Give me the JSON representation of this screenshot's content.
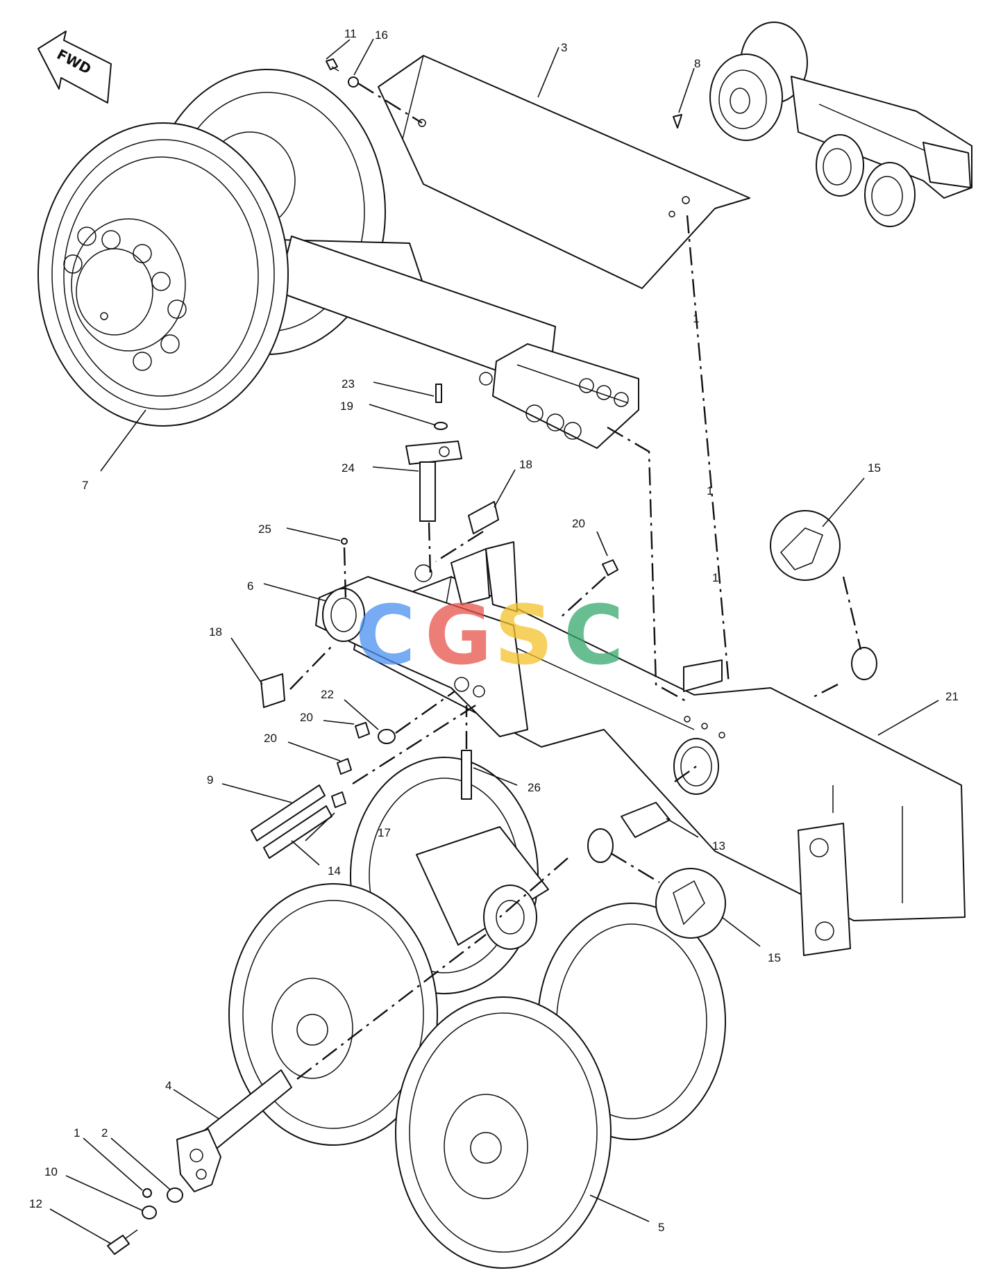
{
  "direction_label": "FWD",
  "watermark": {
    "letters": [
      "C",
      "G",
      "S",
      "C"
    ],
    "colors": [
      "#4a8ff0",
      "#e8534a",
      "#f4c22b",
      "#36a96b"
    ]
  },
  "callouts": {
    "c1_top_a": "1",
    "c1_top_b": "1",
    "c1_top_c": "1",
    "c1_bottom": "1",
    "c2": "2",
    "c3": "3",
    "c4": "4",
    "c5": "5",
    "c6": "6",
    "c7": "7",
    "c8": "8",
    "c9": "9",
    "c10": "10",
    "c11": "11",
    "c12": "12",
    "c13": "13",
    "c14": "14",
    "c15_upper": "15",
    "c15_lower": "15",
    "c16": "16",
    "c17": "17",
    "c18_upper": "18",
    "c18_lower": "18",
    "c19": "19",
    "c20_upper": "20",
    "c20_a": "20",
    "c20_b": "20",
    "c21": "21",
    "c22": "22",
    "c23": "23",
    "c24": "24",
    "c25": "25",
    "c26": "26"
  }
}
